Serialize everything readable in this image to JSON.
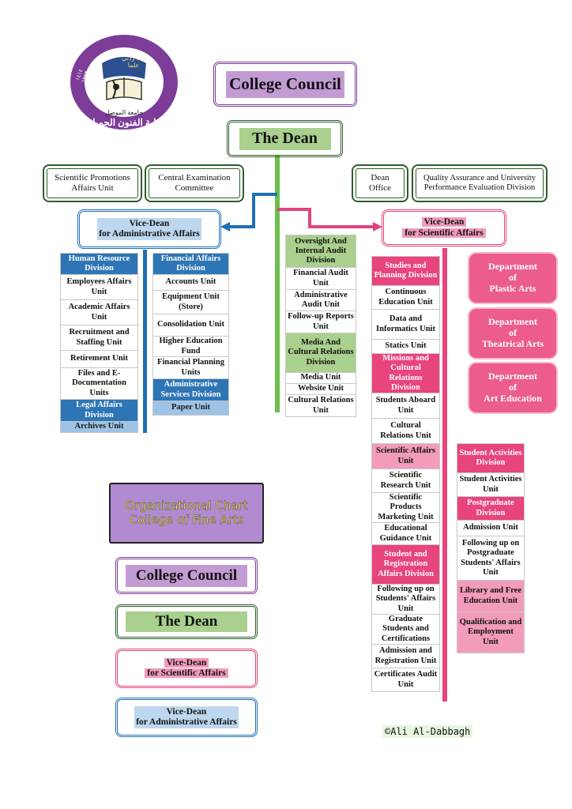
{
  "logo": {
    "top_arabic": "رب زدني علما",
    "university_arabic": "جامعة الموصل",
    "college_arabic": "كلية الفنون الجميلة",
    "year_arabic": "١٤١٤ ١٩٩٣"
  },
  "top": {
    "college_council": "College Council",
    "the_dean": "The Dean"
  },
  "units": {
    "scientific_promotions": "Scientific Promotions Affairs Unit",
    "central_exam": "Central Examination Committee",
    "dean_office": "Dean Office",
    "quality_assurance": "Quality Assurance and University Performance Evaluation Division"
  },
  "vice_dean_admin": {
    "line1": "Vice-Dean",
    "line2": "for Administrative Affairs"
  },
  "vice_dean_sci": {
    "line1": "Vice-Dean",
    "line2": "for Scientific Affairs"
  },
  "admin_col1": [
    {
      "text": "Human Resource Division",
      "kind": "hdr-blue"
    },
    {
      "text": "Employees Affairs Unit",
      "kind": "row-white"
    },
    {
      "text": "Academic Affairs Unit",
      "kind": "row-white"
    },
    {
      "text": "Recruitment and Staffing Unit",
      "kind": "row-white"
    },
    {
      "text": "Retirement Unit",
      "kind": "row-white"
    },
    {
      "text": "Files and E-Documentation Units",
      "kind": "row-white"
    },
    {
      "text": "Legal Affairs Division",
      "kind": "hdr-blue"
    },
    {
      "text": "Archives Unit",
      "kind": "hdr-lblue"
    }
  ],
  "admin_col2": [
    {
      "text": "Financial Affairs Division",
      "kind": "hdr-blue"
    },
    {
      "text": "Accounts Unit",
      "kind": "row-white"
    },
    {
      "text": "Equipment Unit (Store)",
      "kind": "row-white"
    },
    {
      "text": "Consolidation Unit",
      "kind": "row-white"
    },
    {
      "text": "Higher Education Fund",
      "kind": "row-white"
    },
    {
      "text": "Financial Planning Units",
      "kind": "row-white"
    },
    {
      "text": "Administrative Services Division",
      "kind": "hdr-blue"
    },
    {
      "text": "Paper Unit",
      "kind": "hdr-lblue"
    }
  ],
  "center_col": [
    {
      "text": "Oversight And Internal Audit Division",
      "kind": "hdr-green"
    },
    {
      "text": "Financial Audit Unit",
      "kind": "row-white"
    },
    {
      "text": "Administrative Audit Unit",
      "kind": "row-white"
    },
    {
      "text": "Follow-up Reports Unit",
      "kind": "row-white"
    },
    {
      "text": "Media And Cultural Relations Division",
      "kind": "hdr-green"
    },
    {
      "text": "Media Unit",
      "kind": "row-white"
    },
    {
      "text": "Website Unit",
      "kind": "row-white"
    },
    {
      "text": "Cultural Relations Unit",
      "kind": "row-white"
    }
  ],
  "sci_col1": [
    {
      "text": "Studies and Planning Division",
      "kind": "hdr-pink"
    },
    {
      "text": "Continuous Education Unit",
      "kind": "row-white"
    },
    {
      "text": "Data and Informatics Unit",
      "kind": "row-white"
    },
    {
      "text": "Statics Unit",
      "kind": "row-white"
    },
    {
      "text": "Missions and Cultural Relations Division",
      "kind": "hdr-pink"
    },
    {
      "text": "Students Aboard Unit",
      "kind": "row-white"
    },
    {
      "text": "Cultural Relations Unit",
      "kind": "row-white"
    },
    {
      "text": "Scientific Affairs Unit",
      "kind": "hdr-lpink"
    },
    {
      "text": "Scientific Research Unit",
      "kind": "row-white"
    },
    {
      "text": "Scientific Products Marketing Unit",
      "kind": "row-white"
    },
    {
      "text": "Educational Guidance Unit",
      "kind": "row-white"
    },
    {
      "text": "Student and Registration Affairs Division",
      "kind": "hdr-pink"
    },
    {
      "text": "Following up on Students' Affairs Unit",
      "kind": "row-white"
    },
    {
      "text": "Graduate Students and Certifications",
      "kind": "row-white"
    },
    {
      "text": "Admission and Registration Unit",
      "kind": "row-white"
    },
    {
      "text": "Certificates Audit Unit",
      "kind": "row-white"
    }
  ],
  "sci_col2": [
    {
      "text": "Student Activities Division",
      "kind": "hdr-pink"
    },
    {
      "text": "Student Activities Unit",
      "kind": "row-white"
    },
    {
      "text": "Postgraduate Division",
      "kind": "hdr-pink"
    },
    {
      "text": "Admission Unit",
      "kind": "row-white"
    },
    {
      "text": "Following up on Postgraduate Students' Affairs Unit",
      "kind": "row-white"
    },
    {
      "text": "Library and Free Education Unit",
      "kind": "hdr-lpink"
    },
    {
      "text": "Qualification and Employment Unit",
      "kind": "hdr-lpink"
    }
  ],
  "departments": [
    {
      "line1": "Department",
      "line2": "of",
      "line3": "Plastic Arts"
    },
    {
      "line1": "Department",
      "line2": "of",
      "line3": "Theatrical Arts"
    },
    {
      "line1": "Department",
      "line2": "of",
      "line3": "Art Education"
    }
  ],
  "legend": {
    "title_line1": "Organizational Chart",
    "title_line2": "College of Fine Arts",
    "college_council": "College Council",
    "the_dean": "The Dean",
    "vice_sci_line1": "Vice-Dean",
    "vice_sci_line2": "for Scientific Affairs",
    "vice_admin_line1": "Vice-Dean",
    "vice_admin_line2": "for Administrative Affairs"
  },
  "copyright": "©Ali Al-Dabbagh",
  "colors": {
    "purple": "#7d3c98",
    "lavender": "#c39bd3",
    "green": "#a9d08e",
    "pink": "#e8447e",
    "blue": "#2e75b6",
    "light_blue": "#9dc3e6"
  }
}
